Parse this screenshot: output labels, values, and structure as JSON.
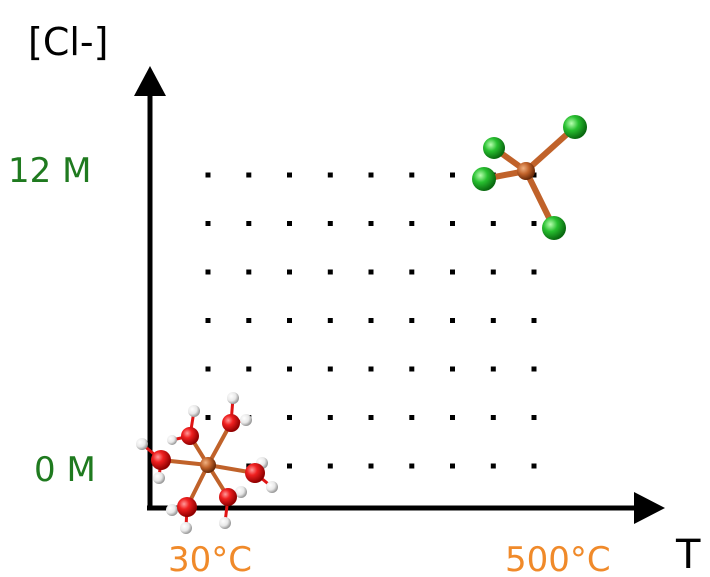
{
  "axes": {
    "y_label": "[Cl-]",
    "x_label": "T",
    "y_ticks": [
      {
        "label": "12 M",
        "color": "#1f7a1f"
      },
      {
        "label": "0 M",
        "color": "#1f7a1f"
      }
    ],
    "x_ticks": [
      {
        "label": "30°C",
        "color": "#f08a2a"
      },
      {
        "label": "500°C",
        "color": "#f08a2a"
      }
    ]
  },
  "grid": {
    "columns": 9,
    "rows": 7,
    "dot_color": "#000000"
  },
  "molecules": [
    {
      "name": "hexaaqua-complex",
      "metal_color": "#c0622a",
      "ligand": "water",
      "ligand_color": "#e01414",
      "hydrogen_color": "#f2f2f2"
    },
    {
      "name": "tetrachloro-complex",
      "metal_color": "#c0622a",
      "ligand": "chloride",
      "ligand_color": "#22b82a"
    }
  ],
  "colors": {
    "axis": "#000000"
  }
}
